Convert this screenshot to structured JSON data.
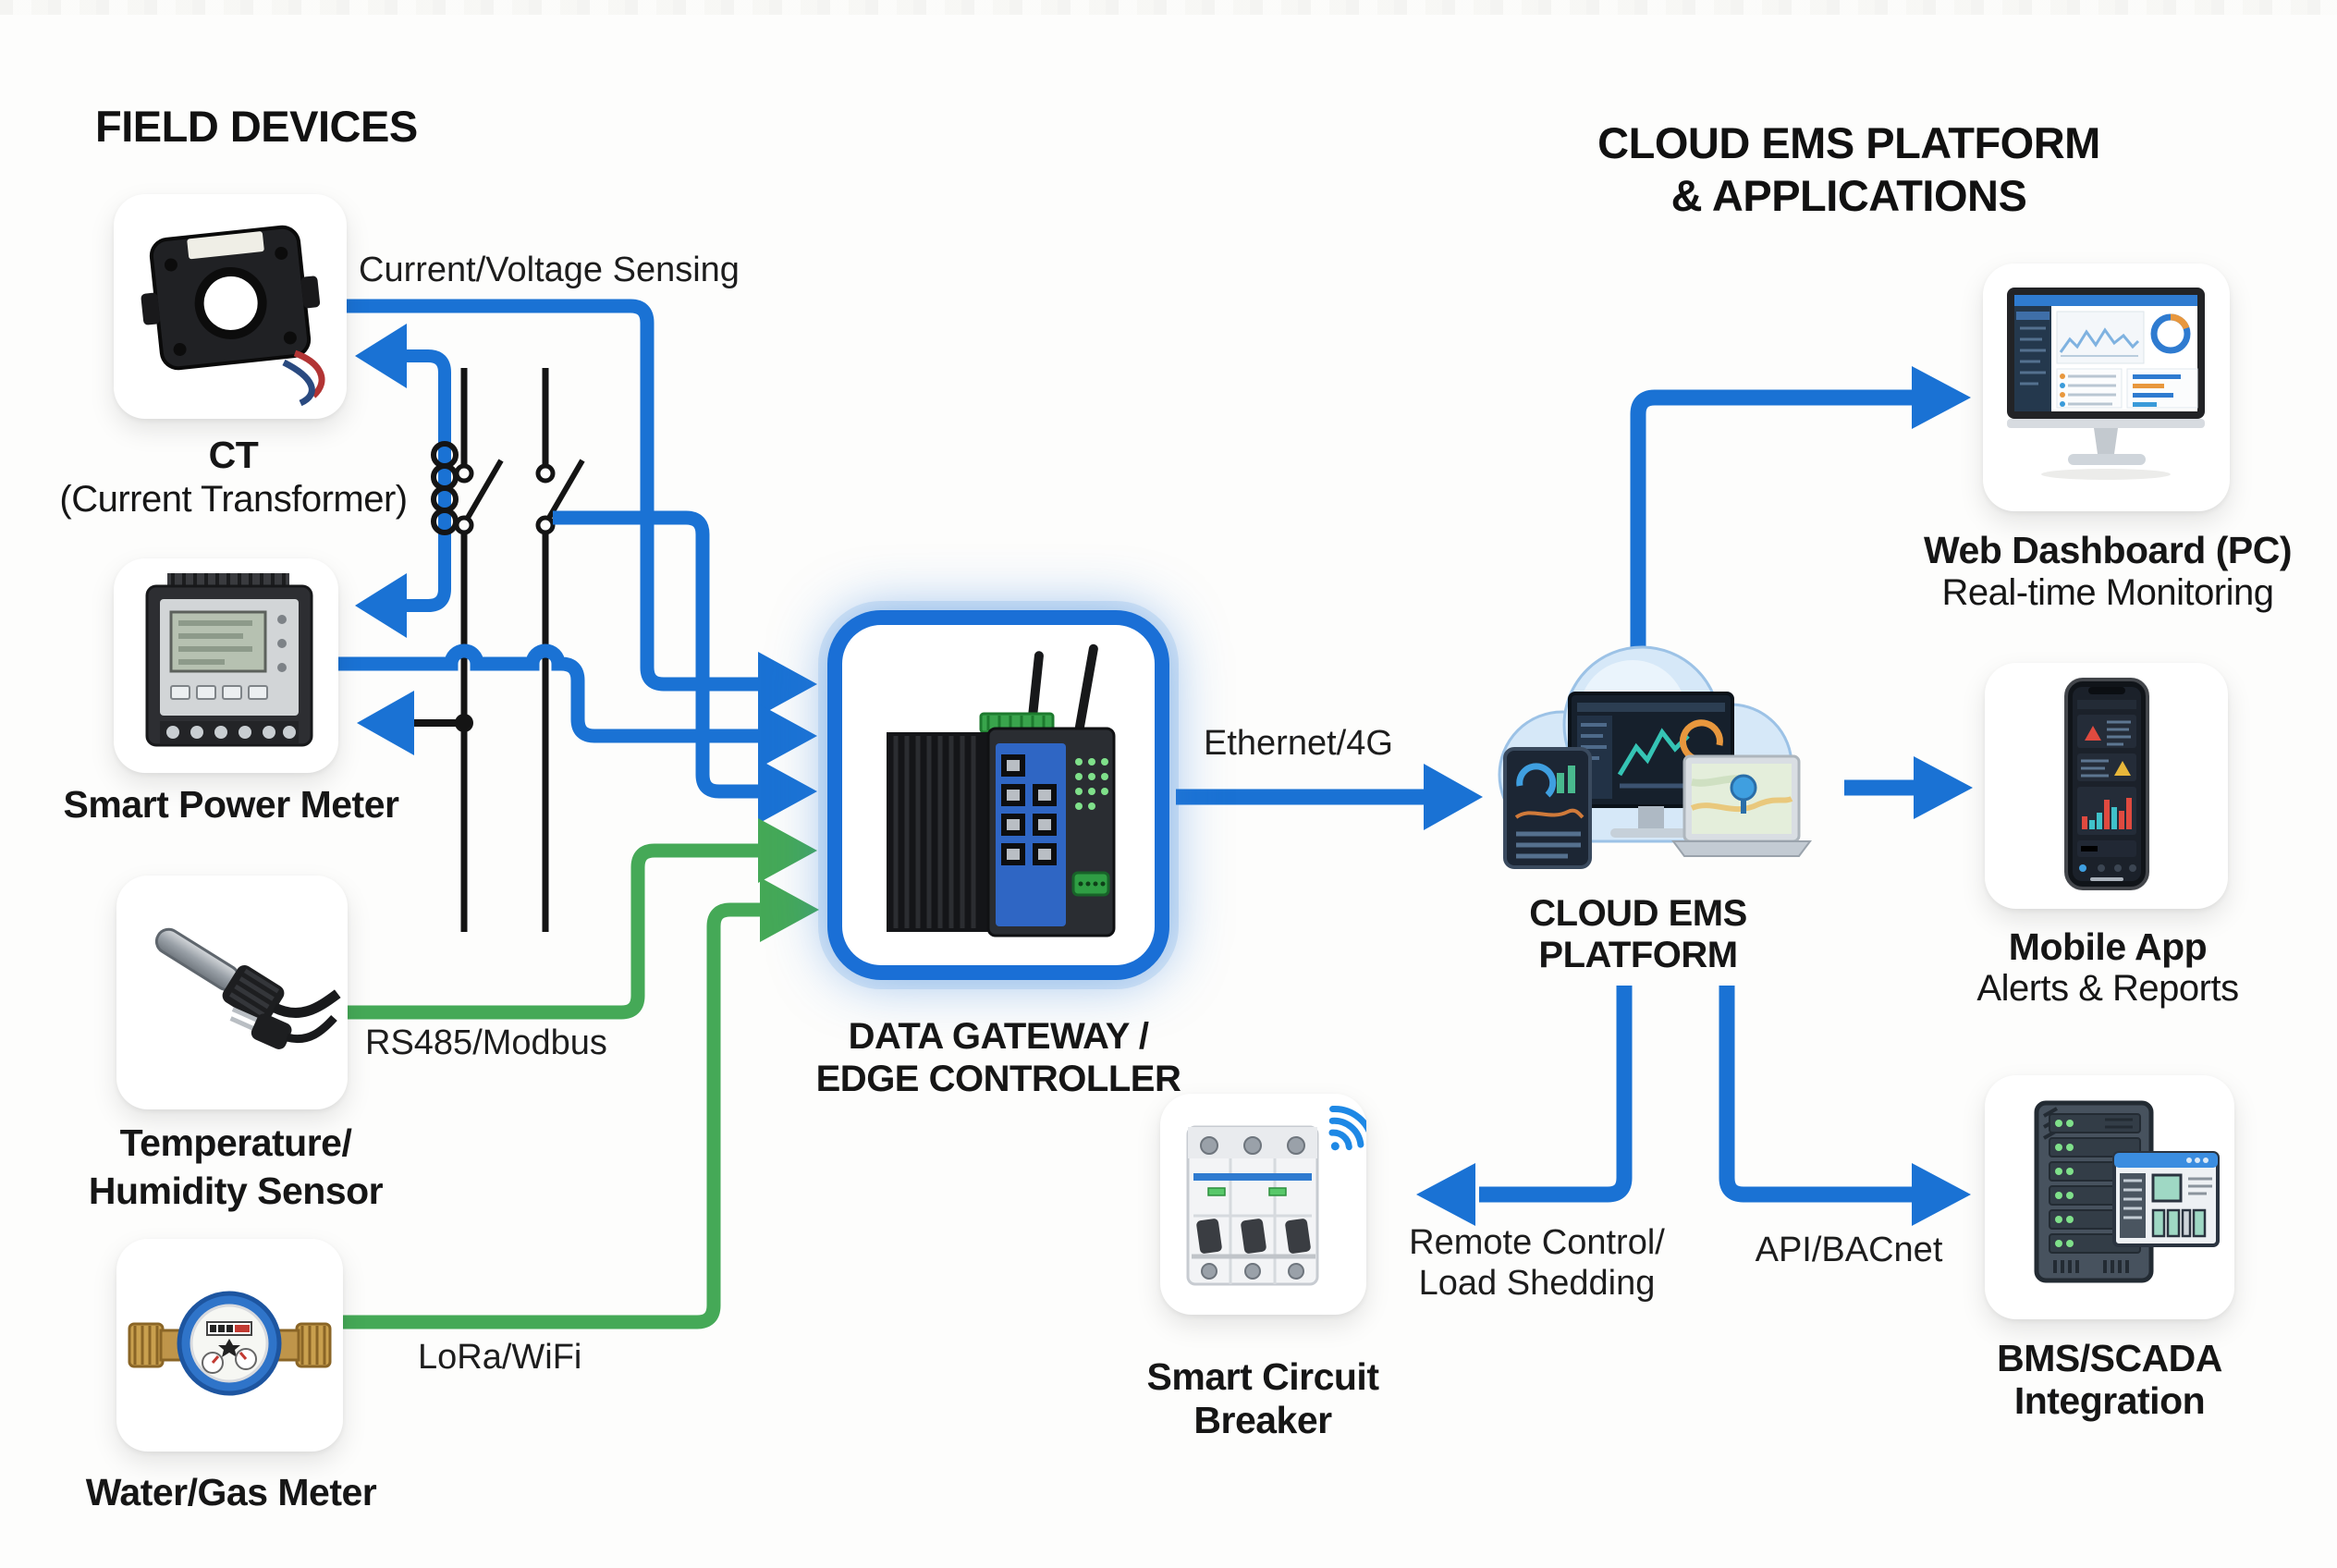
{
  "titles": {
    "field_devices": "FIELD DEVICES",
    "cloud_line1": "CLOUD EMS PLATFORM",
    "cloud_line2": "& APPLICATIONS"
  },
  "devices": {
    "ct": {
      "line1": "CT",
      "line2": "(Current Transformer)"
    },
    "power_meter": {
      "label": "Smart Power Meter"
    },
    "sensor": {
      "line1": "Temperature/",
      "line2": "Humidity Sensor"
    },
    "water_meter": {
      "label": "Water/Gas Meter"
    }
  },
  "gateway": {
    "line1": "DATA GATEWAY /",
    "line2": "EDGE CONTROLLER"
  },
  "cloud": {
    "line1": "CLOUD EMS",
    "line2": "PLATFORM"
  },
  "apps": {
    "web": {
      "title": "Web Dashboard (PC)",
      "sub": "Real-time Monitoring"
    },
    "mobile": {
      "title": "Mobile App",
      "sub": "Alerts & Reports"
    },
    "bms": {
      "line1": "BMS/SCADA",
      "line2": "Integration"
    }
  },
  "breaker": {
    "line1": "Smart Circuit",
    "line2": "Breaker"
  },
  "links": {
    "cv": "Current/Voltage Sensing",
    "rs485": "RS485/Modbus",
    "lora": "LoRa/WiFi",
    "eth": "Ethernet/4G",
    "remote1": "Remote Control/",
    "remote2": "Load Shedding",
    "api": "API/BACnet"
  },
  "colors": {
    "blue": "#1a72d4",
    "green": "#45a957",
    "schematic_black": "#141414"
  }
}
